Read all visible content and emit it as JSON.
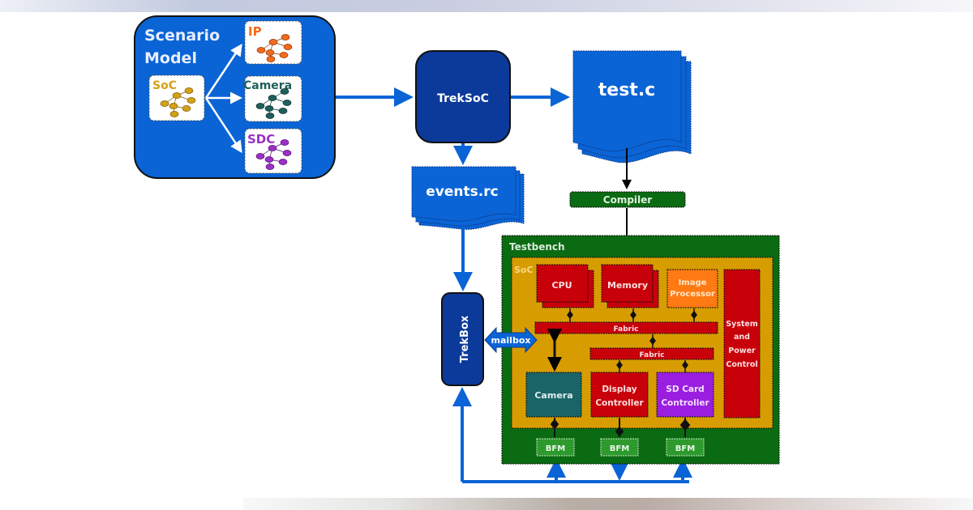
{
  "diagram": {
    "scenario_model": {
      "title_line1": "Scenario",
      "title_line2": "Model",
      "graphs": [
        {
          "label": "SoC",
          "color": "#d4a017"
        },
        {
          "label": "IP",
          "color": "#f26b1d"
        },
        {
          "label": "Camera",
          "color": "#1f5f5b"
        },
        {
          "label": "SDC",
          "color": "#9b30c8"
        }
      ]
    },
    "treksoc": {
      "label": "TrekSoC"
    },
    "test_file": {
      "label": "test.c"
    },
    "events_file": {
      "label": "events.rc"
    },
    "compiler": {
      "label": "Compiler"
    },
    "trekbox": {
      "label": "TrekBox"
    },
    "mailbox": {
      "label": "mailbox"
    },
    "testbench": {
      "label": "Testbench",
      "soc": {
        "label": "SoC",
        "cpu": "CPU",
        "memory": "Memory",
        "image_processor_line1": "Image",
        "image_processor_line2": "Processor",
        "fabric_top": "Fabric",
        "fabric_bottom": "Fabric",
        "camera": "Camera",
        "display_line1": "Display",
        "display_line2": "Controller",
        "sdcard_line1": "SD Card",
        "sdcard_line2": "Controller",
        "spc_line1": "System",
        "spc_line2": "and",
        "spc_line3": "Power",
        "spc_line4": "Control"
      },
      "bfms": [
        "BFM",
        "BFM",
        "BFM"
      ]
    },
    "colors": {
      "blue": "#0a64d6",
      "dark_blue": "#0b3a9a",
      "green": "#0b6b12",
      "gold": "#d79d00",
      "red": "#c8000a",
      "orange": "#ff7a12",
      "teal": "#1a6467",
      "purple": "#9a1ee0"
    }
  }
}
